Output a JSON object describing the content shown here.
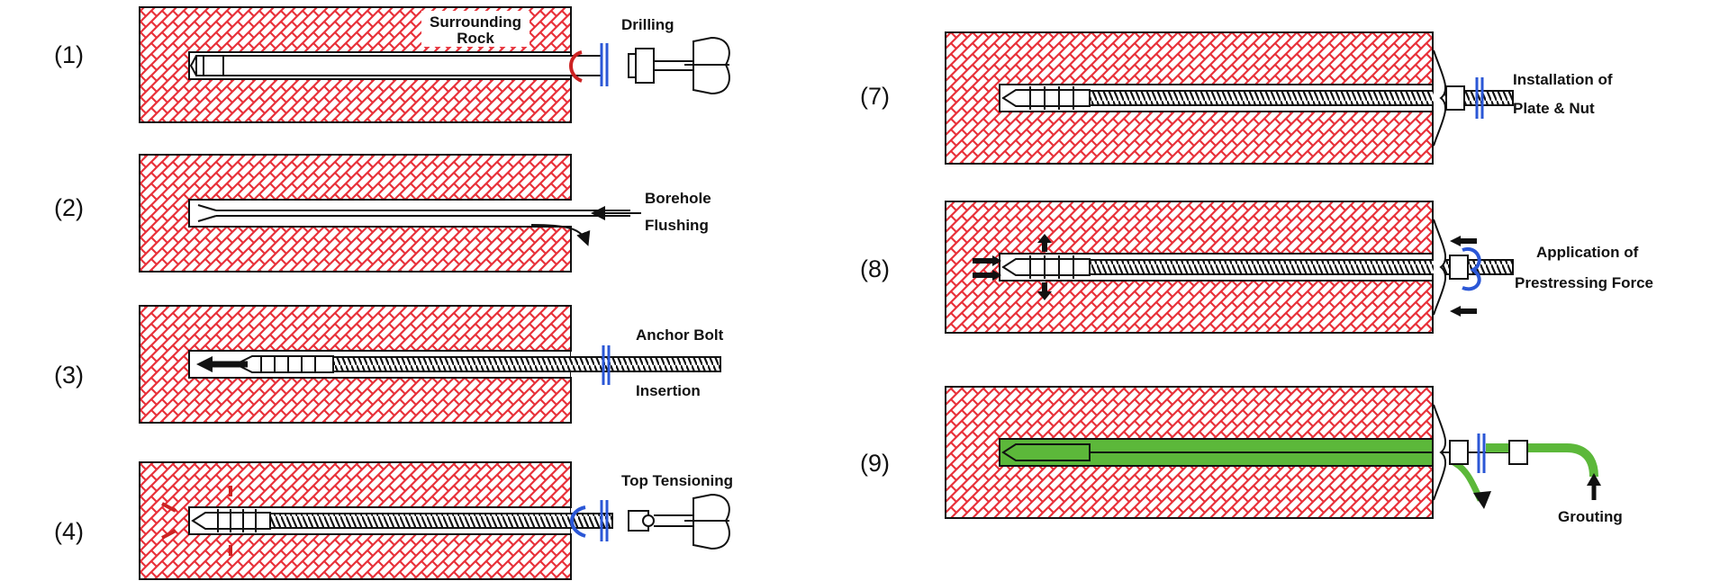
{
  "diagram": {
    "steps": [
      {
        "id": "1",
        "label": "(1)",
        "caption": [
          "Drilling"
        ],
        "extra_caption": [
          "Surrounding",
          "Rock"
        ]
      },
      {
        "id": "2",
        "label": "(2)",
        "caption": [
          "Borehole",
          "Flushing"
        ]
      },
      {
        "id": "3",
        "label": "(3)",
        "caption": [
          "Anchor Bolt",
          "Insertion"
        ]
      },
      {
        "id": "4",
        "label": "(4)",
        "caption": [
          "Top Tensioning"
        ]
      },
      {
        "id": "7",
        "label": "(7)",
        "caption": [
          "Installation of",
          "Plate & Nut"
        ]
      },
      {
        "id": "8",
        "label": "(8)",
        "caption": [
          "Application of",
          "Prestressing Force"
        ]
      },
      {
        "id": "9",
        "label": "(9)",
        "caption": [
          "Grouting"
        ]
      }
    ],
    "colors": {
      "rock_hatch": "#e8313a",
      "rock_fill": "#ffffff",
      "outline": "#111111",
      "washer_blue": "#2b57d6",
      "grout_green": "#5cb83a",
      "arrow_red": "#cc2222"
    }
  }
}
